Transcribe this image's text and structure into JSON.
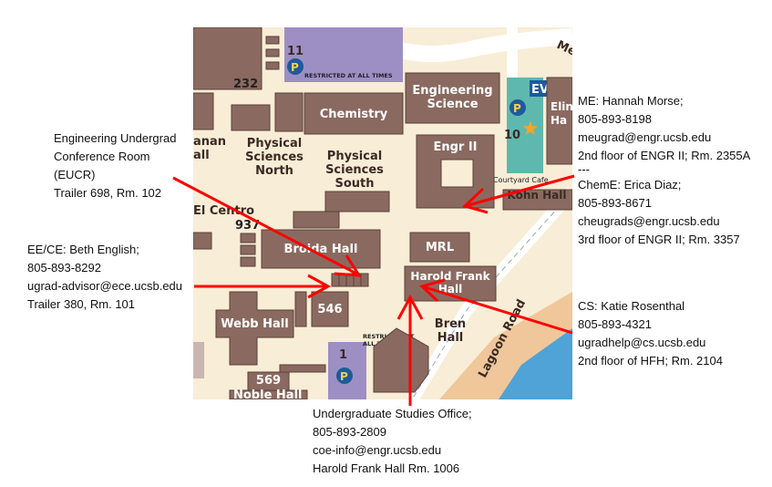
{
  "map": {
    "buildings": [
      "Engineering Science",
      "Chemistry",
      "Physical Sciences North",
      "Physical Sciences South",
      "Engr II",
      "Kohn Hall",
      "Broida Hall",
      "MRL",
      "Harold Frank Hall",
      "Webb Hall",
      "Bren Hall",
      "Noble Hall",
      "El Centro",
      "anan all",
      "Eling Ha"
    ],
    "numbers": [
      "232",
      "937",
      "546",
      "569",
      "11",
      "10",
      "1"
    ],
    "roads": [
      "Lagoon Road",
      "Mesa"
    ],
    "labels": {
      "restricted_top": "RESTRICTED AT ALL TIMES",
      "restricted_bottom_1": "RESTRICTED AT",
      "restricted_bottom_2": "ALL TIMES",
      "courtyard": "Courtyard Cafe",
      "ev": "EV",
      "parking": "P"
    },
    "colors": {
      "ground": "#f8edd6",
      "building": "#8a6a60",
      "parking_purple": "#9d8fc4",
      "parking_teal": "#5fb8ad",
      "water": "#4fa3d6",
      "sand": "#f0c79a",
      "arrow": "#ff0000"
    }
  },
  "annotations": {
    "eucr": [
      "Engineering Undergrad",
      "Conference Room",
      "(EUCR)",
      "Trailer 698, Rm. 102"
    ],
    "eece": [
      "EE/CE: Beth English;",
      "805-893-8292",
      "ugrad-advisor@ece.ucsb.edu",
      "Trailer 380, Rm. 101"
    ],
    "me_chem": [
      "ME: Hannah Morse;",
      "805-893-8198",
      "meugrad@engr.ucsb.edu",
      "2nd floor of ENGR II; Rm. 2355A",
      "---",
      "ChemE: Erica Diaz;",
      "805-893-8671",
      "cheugrads@engr.ucsb.edu",
      "3rd floor of ENGR II; Rm. 3357"
    ],
    "cs": [
      "CS: Katie Rosenthal",
      "805-893-4321",
      "ugradhelp@cs.ucsb.edu",
      "2nd floor of HFH; Rm. 2104"
    ],
    "ugs": [
      "Undergraduate Studies Office;",
      "805-893-2809",
      "coe-info@engr.ucsb.edu",
      "Harold Frank Hall Rm. 1006"
    ]
  }
}
